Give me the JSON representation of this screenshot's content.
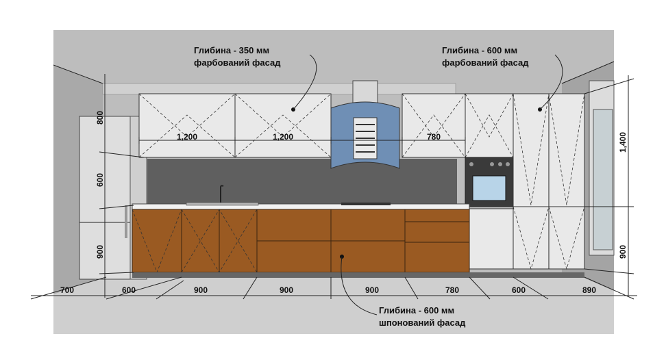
{
  "annotations": {
    "upper_left": {
      "line1": "Глибина - 350 мм",
      "line2": "фарбований фасад"
    },
    "upper_right": {
      "line1": "Глибина - 600 мм",
      "line2": "фарбований фасад"
    },
    "lower": {
      "line1": "Глибина - 600 мм",
      "line2": "шпонований фасад"
    }
  },
  "upper_widths": [
    "1,200",
    "1,200",
    "780"
  ],
  "bottom_widths": [
    "700",
    "600",
    "900",
    "900",
    "900",
    "780",
    "600",
    "890"
  ],
  "left_heights": [
    "800",
    "600",
    "900"
  ],
  "right_heights": [
    "1,400",
    "900"
  ],
  "colors": {
    "wall": "#bdbdbd",
    "floor": "#cfcfcf",
    "white_front": "#e9e9e9",
    "veneer_front": "#9a5a22",
    "backsplash": "#5f5f5f",
    "hood": "#6f8fb5"
  }
}
